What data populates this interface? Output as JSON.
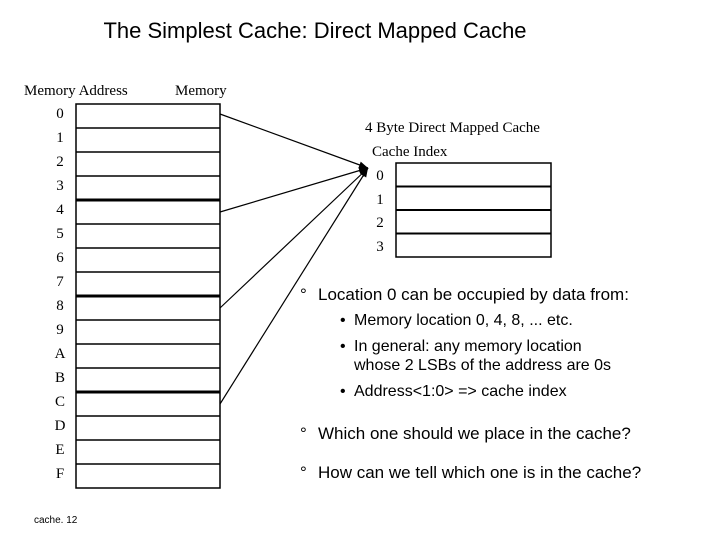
{
  "title": "The Simplest Cache: Direct  Mapped Cache",
  "memory": {
    "address_header": "Memory Address",
    "memory_header": "Memory",
    "addresses": [
      "0",
      "1",
      "2",
      "3",
      "4",
      "5",
      "6",
      "7",
      "8",
      "9",
      "A",
      "B",
      "C",
      "D",
      "E",
      "F"
    ]
  },
  "cache": {
    "title": "4  Byte Direct Mapped Cache",
    "index_header": "Cache Index",
    "indices": [
      "0",
      "1",
      "2",
      "3"
    ]
  },
  "notes": {
    "location": "Location 0 can be occupied by data from:",
    "sub1": "Memory location 0, 4, 8, ... etc.",
    "sub2_line1": "In general: any memory location",
    "sub2_line2": "whose 2 LSBs of the address are 0s",
    "sub3": "Address<1:0>  => cache index",
    "q1": "Which one should we place in the cache?",
    "q2": "How can we tell which one is in the cache?"
  },
  "footer": "cache. 12"
}
